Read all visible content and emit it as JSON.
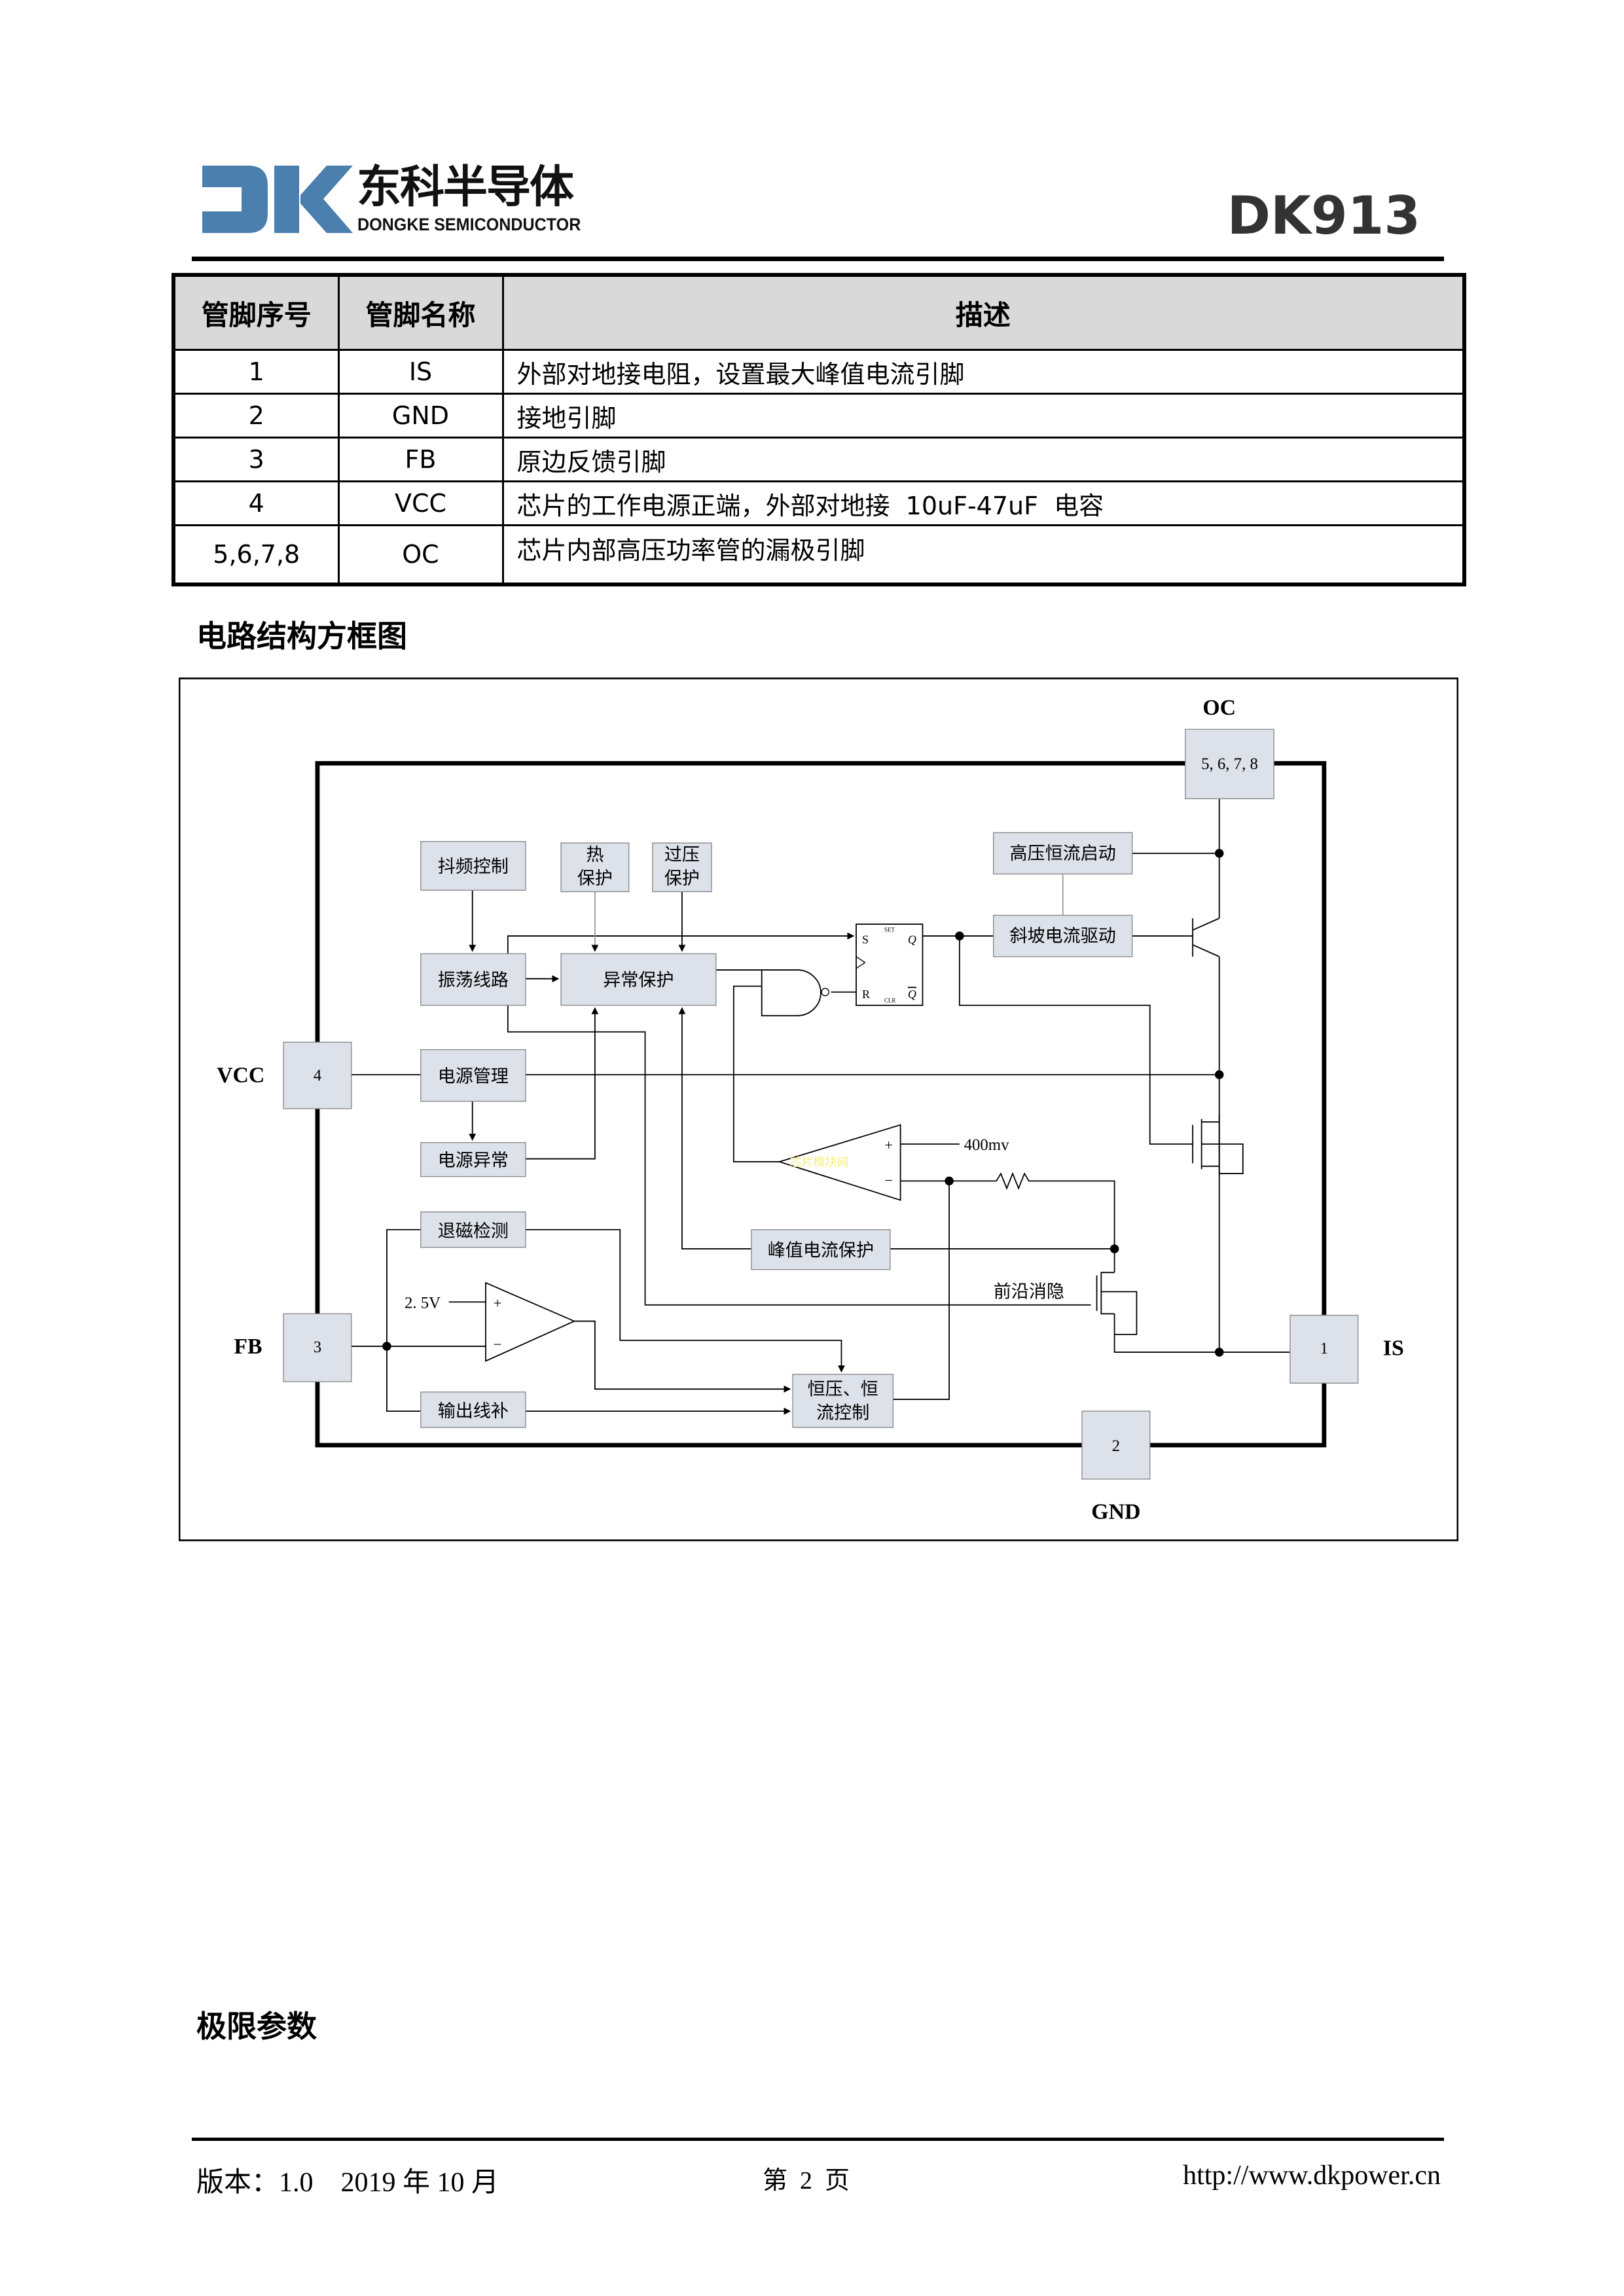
{
  "header": {
    "logo_cn": "东科半导体",
    "logo_en": "DONGKE SEMICONDUCTOR",
    "model": "DK913"
  },
  "pin_table": {
    "columns": [
      "管脚序号",
      "管脚名称",
      "描述"
    ],
    "rows": [
      {
        "no": "1",
        "name": "IS",
        "desc": "外部对地接电阻，设置最大峰值电流引脚"
      },
      {
        "no": "2",
        "name": "GND",
        "desc": "接地引脚"
      },
      {
        "no": "3",
        "name": "FB",
        "desc": "原边反馈引脚"
      },
      {
        "no": "4",
        "name": "VCC",
        "desc": "芯片的工作电源正端，外部对地接  10uF-47uF  电容"
      },
      {
        "no": "5,6,7,8",
        "name": "OC",
        "desc": "芯片内部高压功率管的漏极引脚"
      }
    ]
  },
  "section_block_diagram": "电路结构方框图",
  "diagram": {
    "pins": {
      "oc": {
        "label": "OC",
        "num": "5, 6, 7, 8"
      },
      "vcc": {
        "label": "VCC",
        "num": "4"
      },
      "fb": {
        "label": "FB",
        "num": "3"
      },
      "is": {
        "label": "IS",
        "num": "1"
      },
      "gnd": {
        "label": "GND",
        "num": "2"
      }
    },
    "blocks": {
      "jitter": "抖频控制",
      "thermal_1": "热",
      "thermal_2": "保护",
      "ovp_1": "过压",
      "ovp_2": "保护",
      "oscillator": "振荡线路",
      "fault_protect": "异常保护",
      "power_mgmt": "电源管理",
      "power_fault": "电源异常",
      "demag": "退磁检测",
      "cable_comp": "输出线补",
      "hv_startup": "高压恒流启动",
      "ramp_drive": "斜坡电流驱动",
      "peak_current": "峰值电流保护",
      "cvcc_1": "恒压、恒",
      "cvcc_2": "流控制",
      "leb": "前沿消隐"
    },
    "latch": {
      "s": "S",
      "r": "R",
      "q": "Q",
      "qbar": "Q",
      "set": "SET",
      "clr": "CLR"
    },
    "ref_400": "400mv",
    "ref_25": "2. 5V",
    "plus": "+",
    "minus": "−",
    "watermark": "芯片模块网"
  },
  "section_limits": "极限参数",
  "footer": {
    "version": "版本：1.0    2019 年 10 月",
    "page": "第  2  页",
    "url": "http://www.dkpower.cn"
  },
  "colors": {
    "block_fill": "#dde2ea",
    "logo_blue": "#4a7fae",
    "table_header": "#d9d9d9"
  }
}
